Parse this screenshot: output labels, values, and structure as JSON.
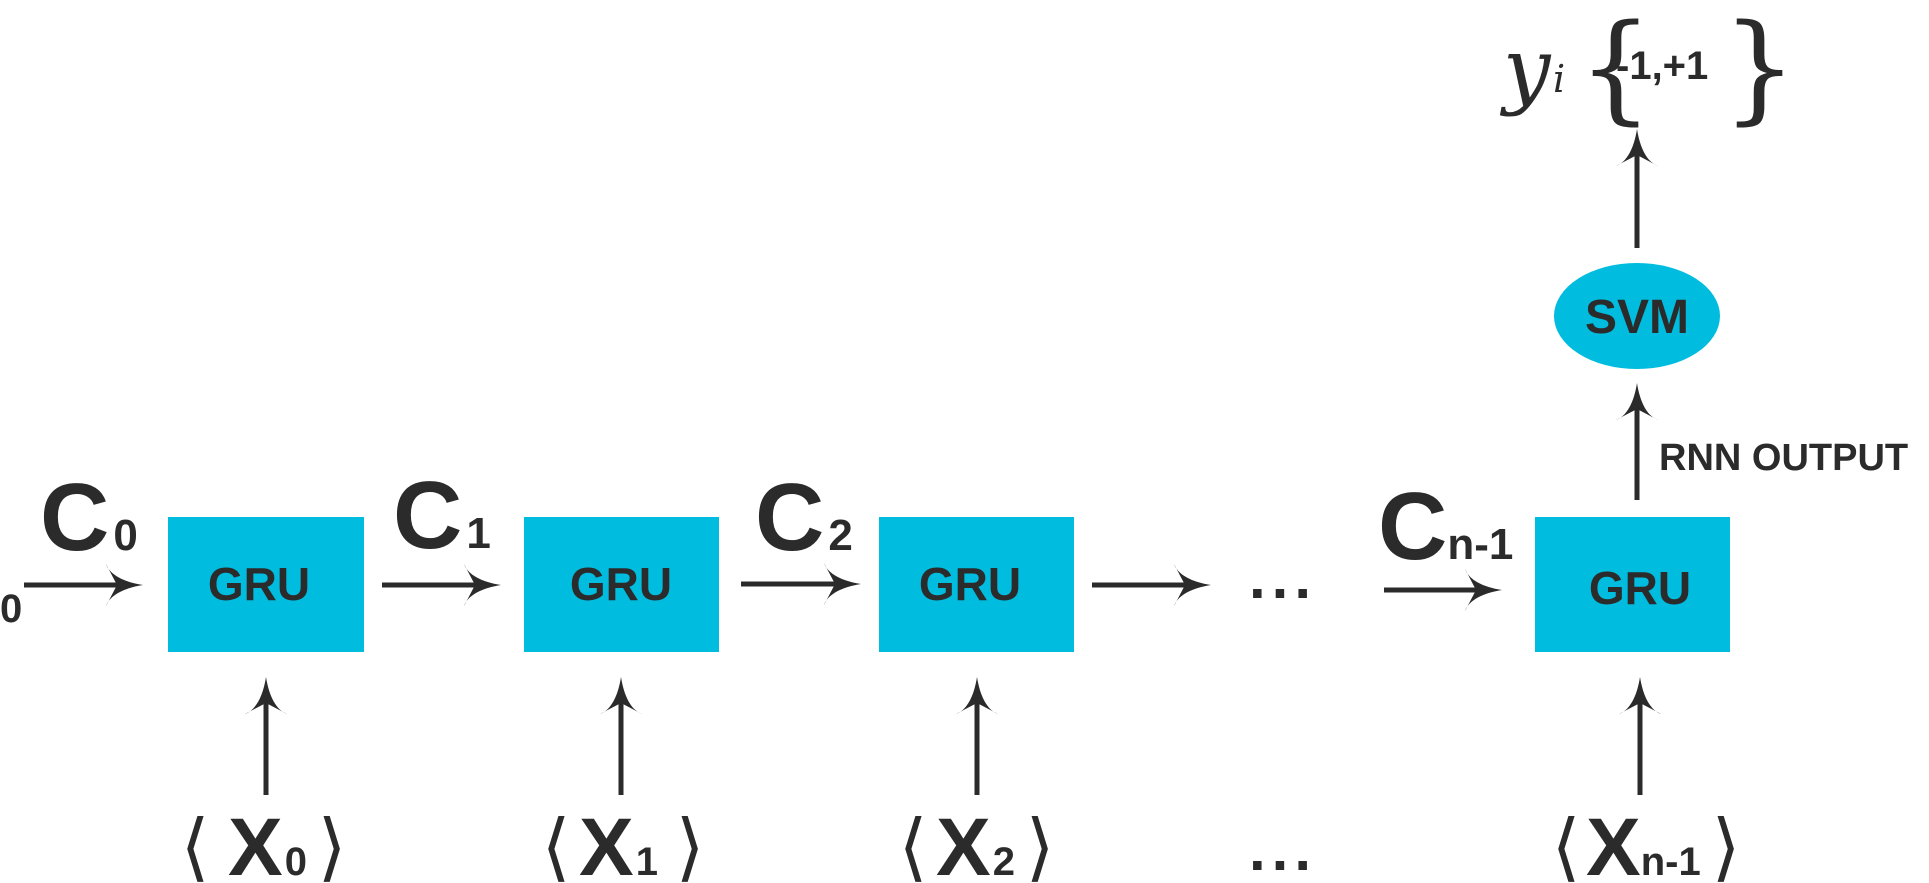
{
  "colors": {
    "node_fill": "#00BCDF",
    "ink": "#2b2b2b",
    "background": "#ffffff"
  },
  "initial_input_label": "0",
  "cells": [
    {
      "label": "GRU",
      "state_main": "C",
      "state_sub": "0",
      "input_main": "X",
      "input_sub": "0"
    },
    {
      "label": "GRU",
      "state_main": "C",
      "state_sub": "1",
      "input_main": "X",
      "input_sub": "1"
    },
    {
      "label": "GRU",
      "state_main": "C",
      "state_sub": "2",
      "input_main": "X",
      "input_sub": "2"
    }
  ],
  "last_cell": {
    "label": "GRU",
    "state_main": "C",
    "state_sub": "n-1",
    "input_main": "X",
    "input_sub": "n-1"
  },
  "ellipsis": "...",
  "input_bracket_open": "⟨",
  "input_bracket_close": "⟩",
  "rnn_output_label": "RNN OUTPUT",
  "svm_label": "SVM",
  "output": {
    "symbol": "y",
    "subscript": "i",
    "brace_open": "{",
    "brace_close": "}",
    "values": "-1,+1"
  }
}
